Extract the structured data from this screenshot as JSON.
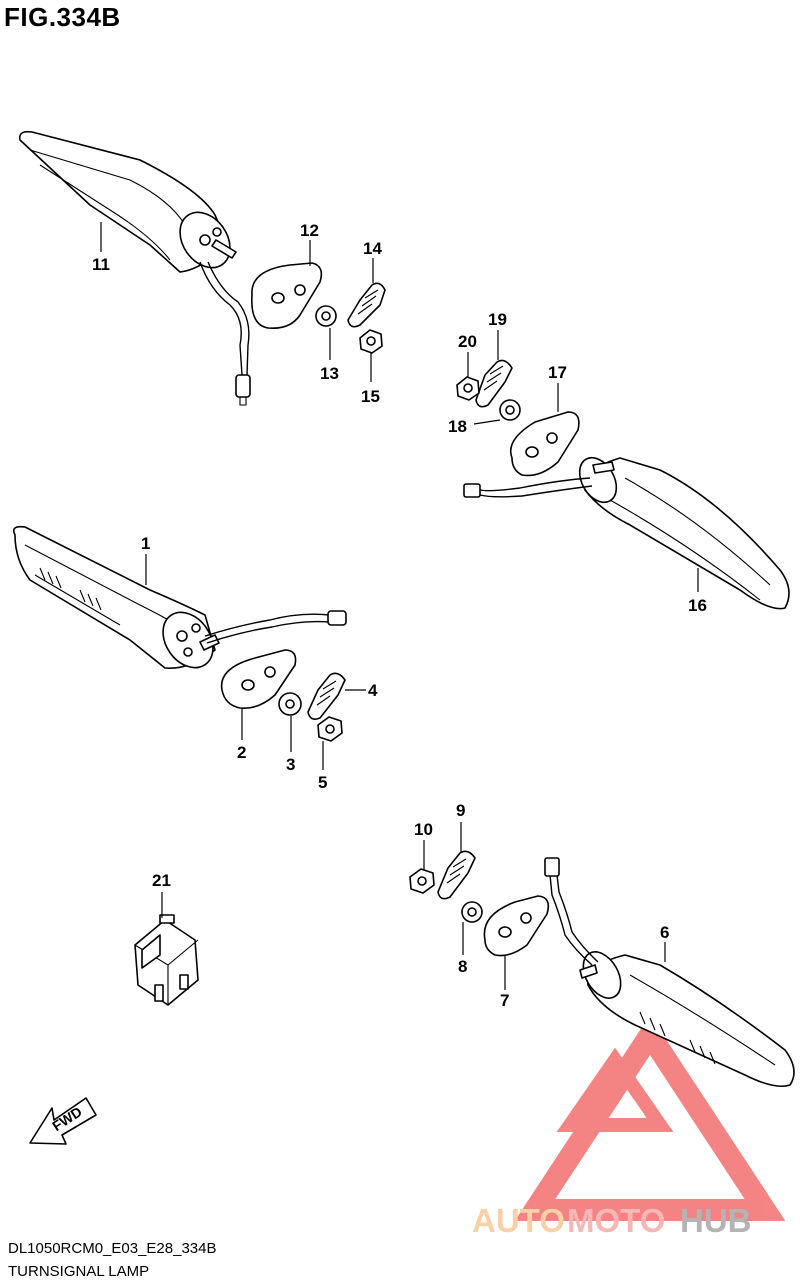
{
  "header": {
    "figure": "FIG.334B"
  },
  "footer": {
    "code": "DL1050RCM0_E03_E28_334B",
    "name": "TURNSIGNAL LAMP"
  },
  "fwd_label": "FWD",
  "watermark": {
    "brand_auto": "AUTO",
    "brand_moto": "MOTO",
    "brand_hub": "HUB",
    "colors": {
      "auto": "#f7c28c",
      "moto": "#f4a0a0",
      "hub": "#9b9b9b",
      "logo": "#f15b5b"
    }
  },
  "callouts": {
    "c1": "1",
    "c2": "2",
    "c3": "3",
    "c4": "4",
    "c5": "5",
    "c6": "6",
    "c7": "7",
    "c8": "8",
    "c9": "9",
    "c10": "10",
    "c11": "11",
    "c12": "12",
    "c13": "13",
    "c14": "14",
    "c15": "15",
    "c16": "16",
    "c17": "17",
    "c18": "18",
    "c19": "19",
    "c20": "20",
    "c21": "21"
  }
}
